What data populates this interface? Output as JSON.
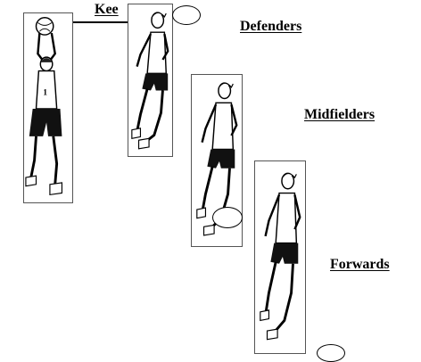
{
  "labels": {
    "keeper": "Kee",
    "defenders": "Defenders",
    "midfielders": "Midfielders",
    "forwards": "Forwards"
  },
  "figures": [
    {
      "role": "keeper",
      "pose": "jumping-catch"
    },
    {
      "role": "defender",
      "pose": "running"
    },
    {
      "role": "midfielder",
      "pose": "running"
    },
    {
      "role": "forward",
      "pose": "running"
    }
  ]
}
